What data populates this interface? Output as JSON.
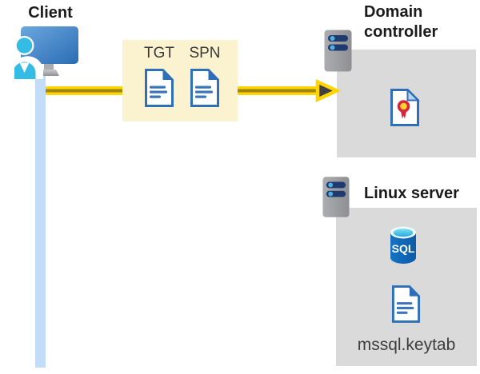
{
  "client": {
    "label": "Client"
  },
  "tickets": {
    "items": [
      {
        "label": "TGT",
        "icon": "document-icon"
      },
      {
        "label": "SPN",
        "icon": "document-icon"
      }
    ]
  },
  "domain_controller": {
    "title_line1": "Domain",
    "title_line2": "controller",
    "icon": "certificate-icon"
  },
  "linux_server": {
    "title": "Linux server",
    "sql_text": "SQL",
    "file_label": "mssql.keytab"
  },
  "colors": {
    "arrow_yellow": "#ffd400",
    "arrow_core": "#9c8512",
    "arrowhead_fill": "#414042",
    "ticket_box_bg": "#fbf3cf",
    "panel_bg": "#dadada",
    "client_line_blue": "#c3dcf8",
    "document_blue": "#2e6fb7",
    "sql_cylinder_blue": "#0f63b0",
    "sql_top_cyan": "#35b9e6",
    "certificate_red": "#d7263c",
    "certificate_gold": "#ffd428",
    "server_body_gray": "#9a9c9f",
    "server_bar_navy": "#1e3a6e",
    "server_dot_cyan": "#4fb0e1",
    "person_cyan": "#35bce5",
    "monitor_blue_top": "#6ba7df",
    "monitor_blue_bottom": "#2b6cb3",
    "heading_text": "#1b1b1b"
  }
}
